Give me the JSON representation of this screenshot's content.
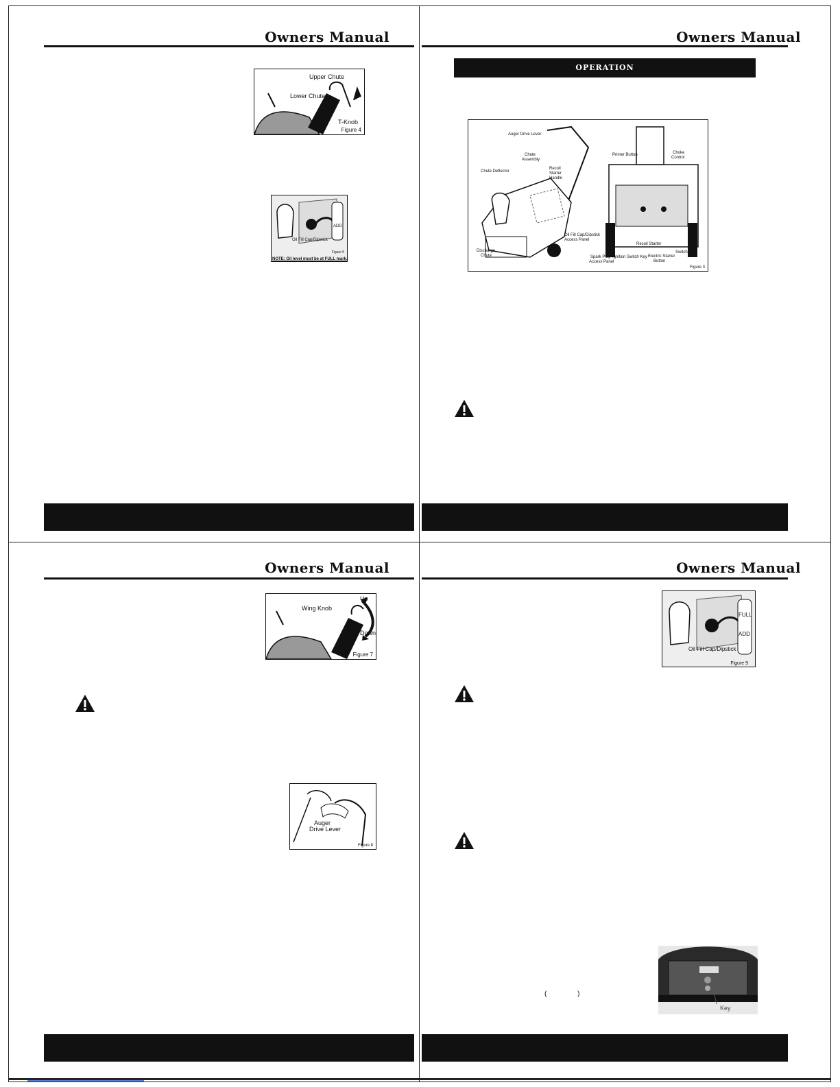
{
  "header": {
    "title": "Owners Manual"
  },
  "panel_tr": {
    "section_title": "OPERATION"
  },
  "figures": {
    "fig4": {
      "upper": "Upper Chute",
      "lower": "Lower Chute",
      "knob": "T-Knob",
      "caption": "Figure 4"
    },
    "fig5": {
      "label": "Oil Fill Cap/Dipstick",
      "add": "ADD",
      "caption": "Figure 5",
      "note": "NOTE:  Oil level must be at FULL mark."
    },
    "fig3": {
      "auger": "Auger Drive Lever",
      "chute_assembly_1": "Chute",
      "chute_assembly_2": "Assembly",
      "recoil_1": "Recoil",
      "recoil_2": "Starter",
      "recoil_3": "Handle",
      "deflector": "Chute Deflector",
      "oil_1": "Oil Fill Cap/Dipstick",
      "oil_2": "Access Panel",
      "discharge_1": "Discharge",
      "discharge_2": "Chute",
      "primer": "Primer Button",
      "choke_1": "Choke",
      "choke_2": "Control",
      "recoil_starter": "Recoil Starter",
      "spark_1": "Spark Plug",
      "spark_2": "Access Panel",
      "ignition": "Ignition Switch Key",
      "electric_1": "Electric Starter",
      "electric_2": "Button",
      "switch_box": "Switch Box",
      "caption": "Figure 3"
    },
    "fig7": {
      "knob": "Wing Knob",
      "up": "Up",
      "down": "Down",
      "caption": "Figure 7"
    },
    "fig8": {
      "label_1": "Auger",
      "label_2": "Drive Lever",
      "caption": "Figure 8"
    },
    "fig9": {
      "label": "Oil Fill Cap/Dipstick",
      "full": "FULL",
      "add": "ADD",
      "caption": "Figure 9"
    },
    "photo": {
      "label": "Key"
    }
  },
  "parens": {
    "open": "(",
    "close": ")"
  }
}
